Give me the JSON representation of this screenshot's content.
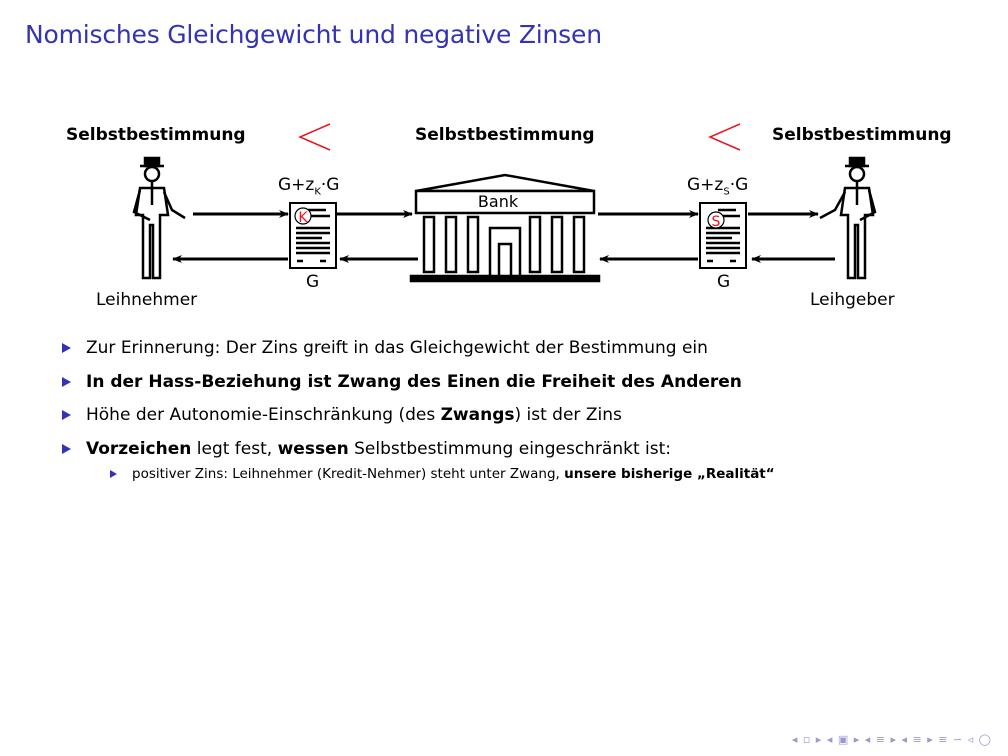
{
  "title": "Nomisches Gleichgewicht und negative Zinsen",
  "diagram": {
    "left_heading": "Selbstbestimmung",
    "center_heading": "Selbstbestimmung",
    "right_heading": "Selbstbestimmung",
    "less_than_1": "<",
    "less_than_2": "<",
    "bank_label": "Bank",
    "left_contract_top": "G+z",
    "left_contract_sub": "K",
    "left_contract_tail": "·G",
    "left_contract_bottom": "G",
    "left_stamp": "K",
    "right_contract_top": "G+z",
    "right_contract_sub": "S",
    "right_contract_tail": "·G",
    "right_contract_bottom": "G",
    "right_stamp": "S",
    "borrower": "Leihnehmer",
    "lender": "Leihgeber",
    "accent_color": "#e8141b"
  },
  "bullets": {
    "b1": "Zur Erinnerung: Der Zins greift in das Gleichgewicht der Bestimmung ein",
    "b2": "In der Hass-Beziehung ist Zwang des Einen die Freiheit des Anderen",
    "b3_pre": "Höhe der Autonomie-Einschränkung (des ",
    "b3_bold": "Zwangs",
    "b3_post": ") ist der Zins",
    "b4_bold1": "Vorzeichen",
    "b4_mid": " legt fest, ",
    "b4_bold2": "wessen",
    "b4_post": " Selbstbestimmung eingeschränkt ist:",
    "sub1_pre": "positiver Zins: Leihnehmer (Kredit-Nehmer) steht unter Zwang, ",
    "sub1_bold": "unsere bisherige „Realität“"
  },
  "navigation": "◂ ▫ ▸ ◂ ▣ ▸ ◂ ≡ ▸ ◂ ≡ ▸ ≡ ∽ ◃ ◯"
}
